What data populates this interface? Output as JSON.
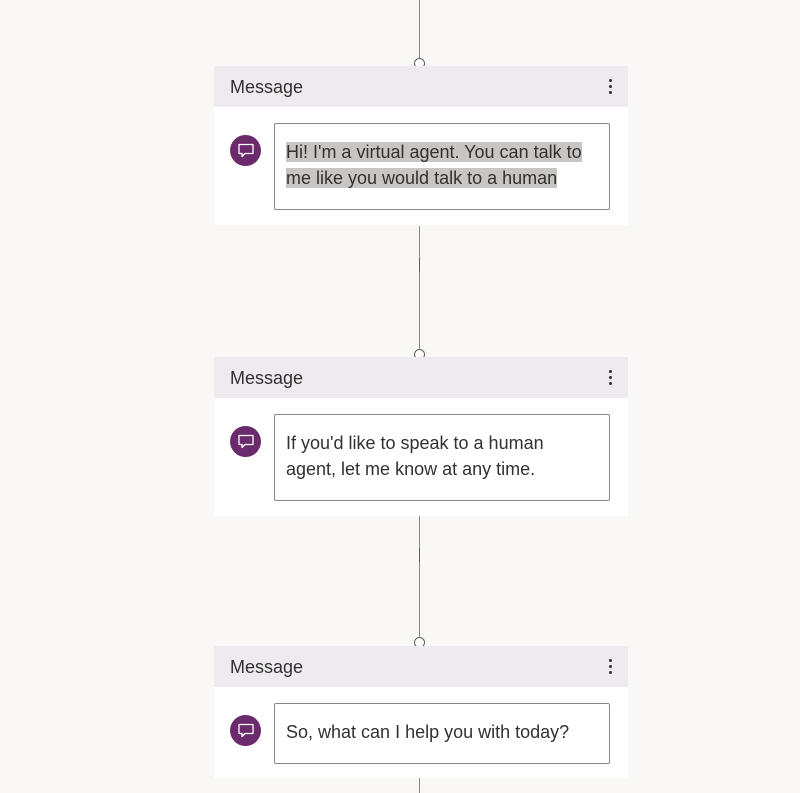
{
  "nodes": [
    {
      "title": "Message",
      "more_icon": "more-vertical-icon",
      "avatar_icon": "chat-bubble-icon",
      "message": "Hi! I'm a virtual agent. You can talk to me like you would talk to a human",
      "message_lines": [
        "Hi! I'm a virtual agent. You can talk to ",
        "me like you would talk to a human"
      ],
      "selected": true
    },
    {
      "title": "Message",
      "more_icon": "more-vertical-icon",
      "avatar_icon": "chat-bubble-icon",
      "message": "If you'd like to speak to a human agent, let me know at any time.",
      "message_lines": [
        "If you'd like to speak to a human",
        "agent, let me know at any time."
      ],
      "selected": false
    },
    {
      "title": "Message",
      "more_icon": "more-vertical-icon",
      "avatar_icon": "chat-bubble-icon",
      "message": "So, what can I help you with today?",
      "message_lines": [
        "So, what can I help you with today?"
      ],
      "selected": false
    }
  ],
  "colors": {
    "canvas": "#f9f8f7",
    "header": "#efe9f0",
    "icon_purple": "#6b2a6b",
    "selection": "#c8c6c4"
  }
}
